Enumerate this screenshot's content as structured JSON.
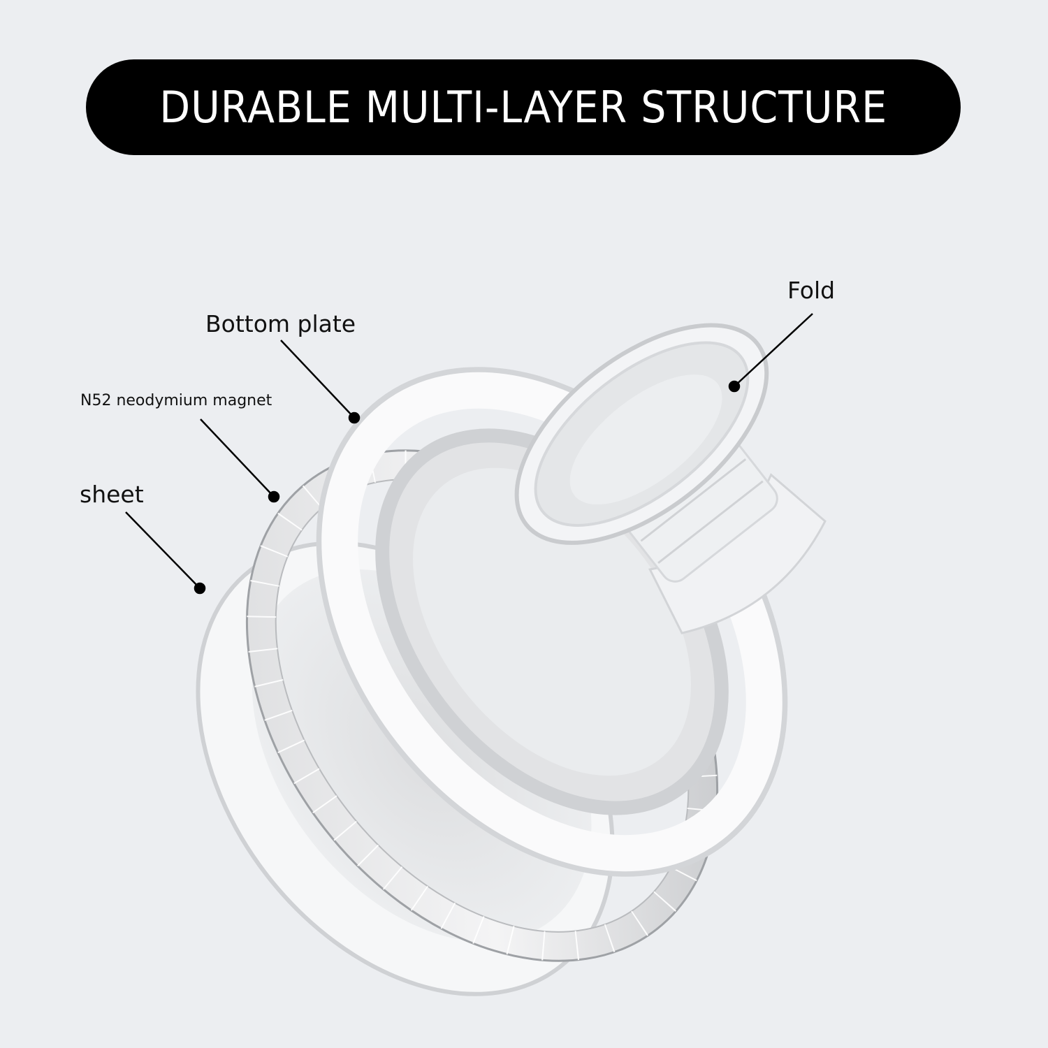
{
  "banner": {
    "title": "DURABLE MULTI-LAYER STRUCTURE",
    "background": "#000000",
    "text_color": "#ffffff"
  },
  "page": {
    "background": "#eceef1"
  },
  "callouts": [
    {
      "id": "fold",
      "label": "Fold"
    },
    {
      "id": "bottom-plate",
      "label": "Bottom plate"
    },
    {
      "id": "magnet",
      "label": "N52 neodymium magnet"
    },
    {
      "id": "sheet",
      "label": "sheet"
    }
  ],
  "product": {
    "description": "Exploded view of a clear magnetic phone grip: sheet, N52 neodymium magnet ring, bottom plate, and fold (expanding socket)",
    "leader_color": "#000000"
  }
}
